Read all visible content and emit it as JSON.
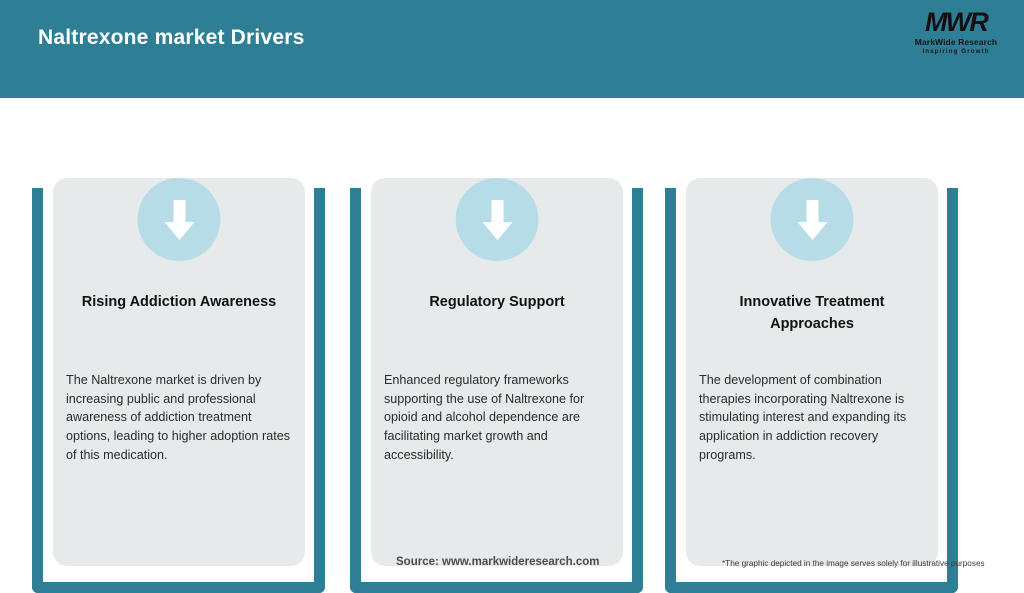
{
  "header": {
    "title": "Naltrexone market Drivers",
    "bg_color": "#2e7e96",
    "title_color": "#ffffff"
  },
  "logo": {
    "mark": "MWR",
    "name": "MarkWide Research",
    "tagline": "Inspiring Growth"
  },
  "theme": {
    "accent": "#2e7e96",
    "panel_bg": "#e7eaeb",
    "badge_bg": "#b6dce8",
    "arrow_color": "#ffffff"
  },
  "cards": [
    {
      "icon": "arrow-down-icon",
      "title": "Rising Addiction Awareness",
      "body": "The Naltrexone market is driven by increasing public and professional awareness of addiction treatment options, leading to higher adoption rates of this medication."
    },
    {
      "icon": "arrow-down-icon",
      "title": "Regulatory Support",
      "body": "Enhanced regulatory frameworks supporting the use of Naltrexone for opioid and alcohol dependence are facilitating market growth and accessibility."
    },
    {
      "icon": "arrow-down-icon",
      "title": "Innovative Treatment Approaches",
      "body": "The development of combination therapies incorporating Naltrexone is stimulating interest and expanding its application in addiction recovery programs."
    }
  ],
  "footer": {
    "source": "Source: www.markwideresearch.com",
    "note": "*The graphic depicted in the image serves solely for illustrative purposes"
  }
}
